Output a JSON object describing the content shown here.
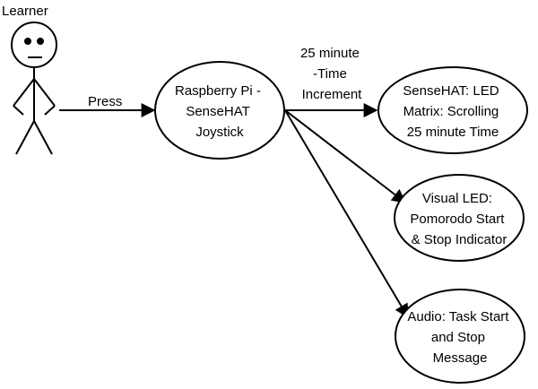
{
  "actor": {
    "label": "Learner"
  },
  "edges": {
    "press": "Press",
    "increment": [
      "25 minute",
      "-Time",
      "Increment"
    ]
  },
  "nodes": {
    "joystick": [
      "Raspberry Pi -",
      "SenseHAT",
      "Joystick"
    ],
    "led_matrix": [
      "SenseHAT: LED",
      "Matrix: Scrolling",
      "25 minute Time"
    ],
    "visual_led": [
      "Visual LED:",
      "Pomorodo Start",
      "& Stop Indicator"
    ],
    "audio": [
      "Audio: Task Start",
      "and Stop",
      "Message"
    ]
  }
}
